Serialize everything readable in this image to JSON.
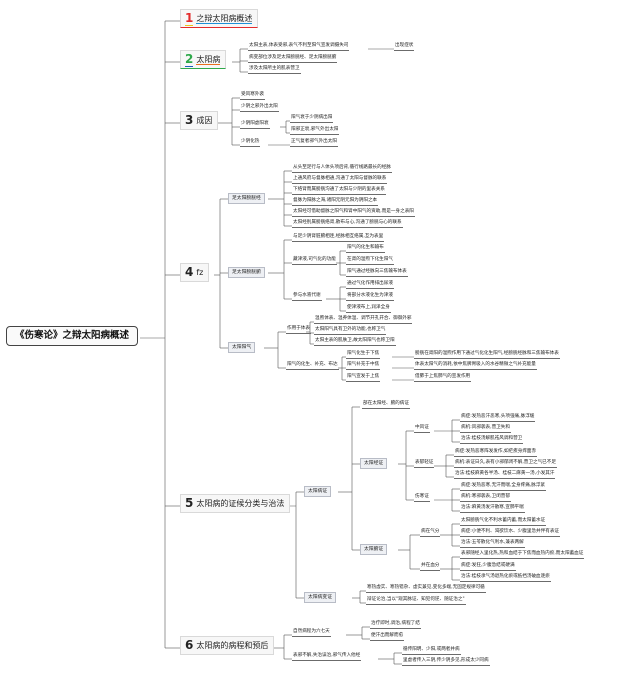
{
  "root": "《伤寒论》之辩太阳病概述",
  "colors": {
    "c1": "#e32b2b",
    "c2": "#f0c419",
    "c3": "#1e90d6",
    "c4": "#2ea84a",
    "c5": "#1e5fbf",
    "c6": "#e8701e",
    "line": "#555555"
  },
  "categories": [
    {
      "num": "1",
      "label": "之辩太阳病概述",
      "color": "#e32b2b"
    },
    {
      "num": "2",
      "label": "太阳病",
      "color": "#f0c419"
    },
    {
      "num": "3",
      "label": "成因",
      "color": "#1e90d6"
    },
    {
      "num": "4",
      "label": "fz",
      "color": "#2ea84a"
    },
    {
      "num": "5",
      "label": "太阳病的证候分类与治法",
      "color": "#1e5fbf"
    },
    {
      "num": "6",
      "label": "太阳病的病程和预后",
      "color": "#e8701e"
    }
  ],
  "cat2": {
    "items": [
      "太阳主表,体表受邪,表气不利至阳气宣发调摄失司",
      "病变部位涉及足太阳膀胱经、足太阳膀胱腑",
      "涉及太阳所主的肌表营卫"
    ],
    "extra": "出现症状"
  },
  "cat3": {
    "items": [
      "受风寒外袭",
      "少阴之邪外出太阳",
      "少阴阳虚阳衰",
      "少阴化热"
    ],
    "sub3": [
      "阳气衰于少阴病出阳",
      "阳邪正衰,邪气外出太阳"
    ],
    "sub4": "正气复者邪气外出太阳"
  },
  "cat4": {
    "g1": {
      "label": "足太阳膀胱经",
      "items": [
        "从头至足行与人体头项后背,循行线路最长的经脉",
        "上通风府与督脉相通,沟通了太阳与督脉的联系",
        "下络肾而属膀胱沟通了太阳与少阴的里表关系",
        "督脉为阳脉之海,诸阳元阴元阳为阴阳之本",
        "太阳经可借助督脉之阳气和肾中阳气的资助,而是一身之表阳",
        "太阳经别属膀胱络肾,散布与心,沟通了膀胱与心的联系"
      ]
    },
    "g2": {
      "label": "足太阳膀胱腑",
      "top": "与足少阴肾脏腑相连,经脉相互络属,互为表里",
      "sub1": "藏津液,司气化的功能",
      "s1": [
        "阳气的化生和输布",
        "在肾的温煦下化生阳气",
        "阳气通过经脉向三焦输布体表"
      ],
      "sub2": "参与水液代谢",
      "s2": [
        "通过气化作用排出尿液",
        "将部分水液化生为津液",
        "使津液布上,润泽全身"
      ]
    },
    "g3": {
      "label": "太阳阳气",
      "sub1": "作用于体表",
      "s1": [
        "温煦体表、温养体温、调节开孔开合、御御外邪",
        "太阳阳气具有卫外的功能,也称卫气",
        "太阳主表的肌肤卫,故太阳阳气也称卫阳"
      ],
      "sub2": "阳气的化生、补充、布达",
      "s2": [
        "阳气化生于下焦",
        "阳气补充于中焦",
        "阳气宣发于上焦"
      ],
      "s2b": [
        "膀胱在肾阳的温煦作用下通过气化化生阳气,经膀胱经脉和三焦输布体表",
        "体表太阳气的消耗,依中焦脾胃吸入的水谷精微之气补充能量",
        "借肺于上焦肺气的宣发作用"
      ]
    }
  },
  "cat5": {
    "label1": "太阳病证",
    "l2_0": "部在太阳经、腑的病证",
    "l2_1": "太阳经证",
    "l2_2": "太阳腑证",
    "zhongfeng": "中风证",
    "zf": [
      "病症:发热恶汗恶寒,头项强痛,脉浮缓",
      "病机:风邪袭表,营卫失和",
      "治法:桂枝汤解肌祛风调和营卫"
    ],
    "biaohan": "表郁轻证",
    "bh": [
      "病症:发热恶寒阵发发作,如疟疾身痒面赤",
      "病机:表证日久,表有小邪郁闭不解,营卫之气已不足",
      "治法:桂枝麻黄各半汤、桂枝二麻黄一汤,小发其汗"
    ],
    "shanghan": "伤寒证",
    "sh": [
      "病症:发热恶寒,无汗而喘,全身疼痛,脉浮紧",
      "病机:寒邪袭表,卫闭营郁",
      "治法:麻黄汤发汗散寒,宣肺平喘"
    ],
    "xushui": "病在气分",
    "xs": [
      "太阳膀胱气化不利水蓄内蓄,而太阳蓄水证",
      "病症:小便不利、渴欲饮水、少腹里急并伴有表证",
      "治法:五苓散化气利水,兼表两解"
    ],
    "xuxue": "并在血分",
    "xx": [
      "表邪随经入里化热,热和血结于下焦而血热内瘀,而太阳蓄血证",
      "病症:发狂,少腹急结或硬满",
      "治法:桂枝承气汤退热化瘀或抵挡汤破血逐瘀"
    ],
    "bianzheng": "太阳病变证",
    "bz": [
      "寒热虚实、寒热错杂、虚实兼见,变化多端,无固定规律可循",
      "辩证论治,当以\"观其脉证、知犯何逆、随证治之\""
    ]
  },
  "cat6": {
    "a": "自然病程为六七天",
    "a1": [
      "治疗即时,调治,病程了结",
      "便汗出而解而愈"
    ],
    "b": "表邪不解,失治误治,邪气传入他经",
    "b1": [
      "循传阳明、少阳,或两者并病",
      "里虚者传入三阴,传少阴多见,形成太少同病"
    ]
  }
}
